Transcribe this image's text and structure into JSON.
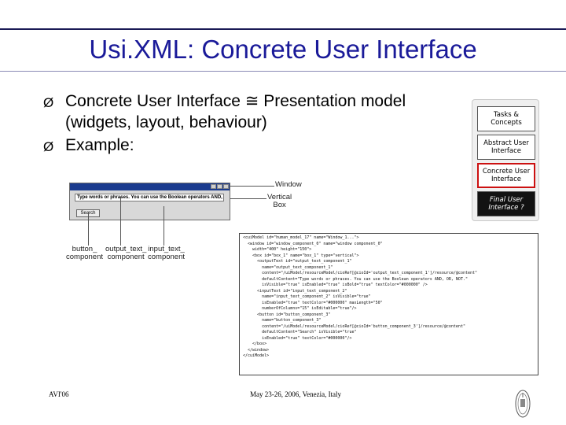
{
  "slide": {
    "title": "Usi.XML: Concrete User Interface",
    "bullets": [
      "Concrete User Interface ≅ Presentation model (widgets, layout, behaviour)",
      "Example:"
    ],
    "bullet_mark": "Ø"
  },
  "stack": {
    "boxes": [
      "Tasks & Concepts",
      "Abstract User Interface",
      "Concrete User Interface",
      "Final User Interface ?"
    ]
  },
  "window_demo": {
    "field_text": "Type words or phrases. You can use the Boolean operators AND, OR, NOT.",
    "button_label": "Search"
  },
  "callouts": {
    "window": "Window",
    "vertical_box": "Vertical\nBox",
    "button": "button_\ncomponent",
    "output_text": "output_text_\ncomponent",
    "input_text": "input_text_\ncomponent"
  },
  "xml_lines": [
    "<cuiModel id=\"human_model_17\" name=\"Window_1...\">",
    "  <window id=\"window_component_0\" name=\"window component_0\"",
    "    width=\"400\" height=\"150\">",
    "    <box id=\"box_1\" name=\"box_1\" type=\"vertical\">",
    "      <outputText id=\"output_text_component_1\"",
    "        name=\"output_text_component_1\"",
    "        content=\"/uiModel/resourceModel/cioRef[@cioId='output_text_component_1']/resource/@content\"",
    "        defaultContent=\"Type words or phrases. You can use the Boolean operators AND, OR, NOT.\"",
    "        isVisible=\"true\" isEnabled=\"true\" isBold=\"true\" textColor=\"#000000\" />",
    "      <inputText id=\"input_text_component_2\"",
    "        name=\"input_text_component_2\" isVisible=\"true\"",
    "        isEnabled=\"true\" textColor=\"#000000\" maxLength=\"50\"",
    "        numberOfColumns=\"15\" isEditable=\"true\"/>",
    "      <button id=\"button_component_3\"",
    "        name=\"button_component_3\"",
    "        content=\"/uiModel/resourceModel/cioRef[@cioId='button_component_3']/resource/@content\"",
    "        defaultContent=\"Search\" isVisible=\"true\"",
    "        isEnabled=\"true\" textColor=\"#000000\"/>",
    "    </box>",
    "  </window>",
    "</cuiModel>"
  ],
  "footer": {
    "left": "AVI'06",
    "center": "May 23-26, 2006, Venezia, Italy"
  }
}
